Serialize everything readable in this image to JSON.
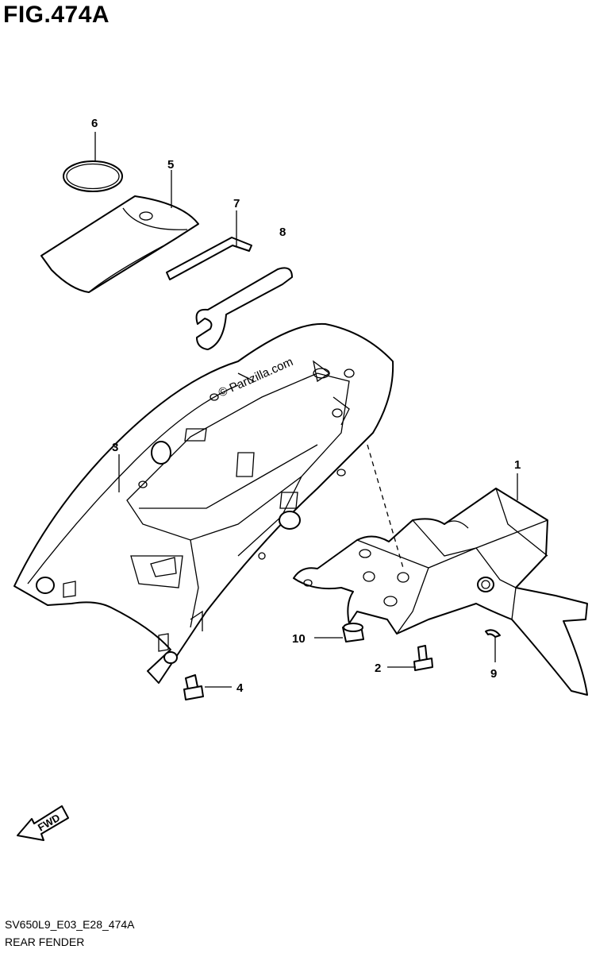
{
  "figure": {
    "title": "FIG.474A",
    "code": "SV650L9_E03_E28_474A",
    "name": "REAR FENDER"
  },
  "watermark": "© Partzilla.com",
  "fwd_label": "FWD",
  "callouts": {
    "c1": "1",
    "c2": "2",
    "c3": "3",
    "c4": "4",
    "c5": "5",
    "c6": "6",
    "c7": "7",
    "c8": "8",
    "c9": "9",
    "c10": "10"
  }
}
